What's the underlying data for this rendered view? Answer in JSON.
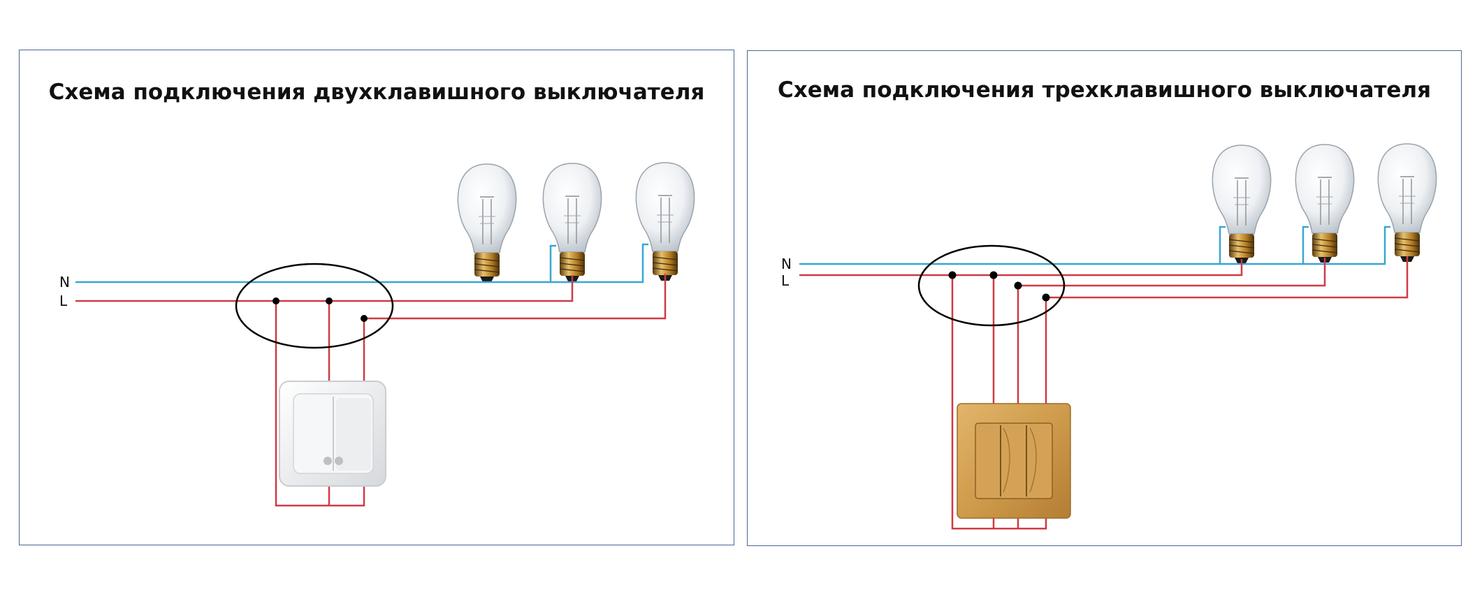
{
  "left": {
    "title": "Схема подключения двухклавишного выключателя",
    "neutral_label": "N",
    "line_label": "L",
    "lamp_count": 3,
    "switch_keys": 2
  },
  "right": {
    "title": "Схема подключения трехклавишного выключателя",
    "neutral_label": "N",
    "line_label": "L",
    "lamp_count": 3,
    "switch_keys": 3
  },
  "colors": {
    "neutral_wire": "#3aa6d6",
    "line_wire": "#cf3a44",
    "frame": "#4a6890"
  }
}
